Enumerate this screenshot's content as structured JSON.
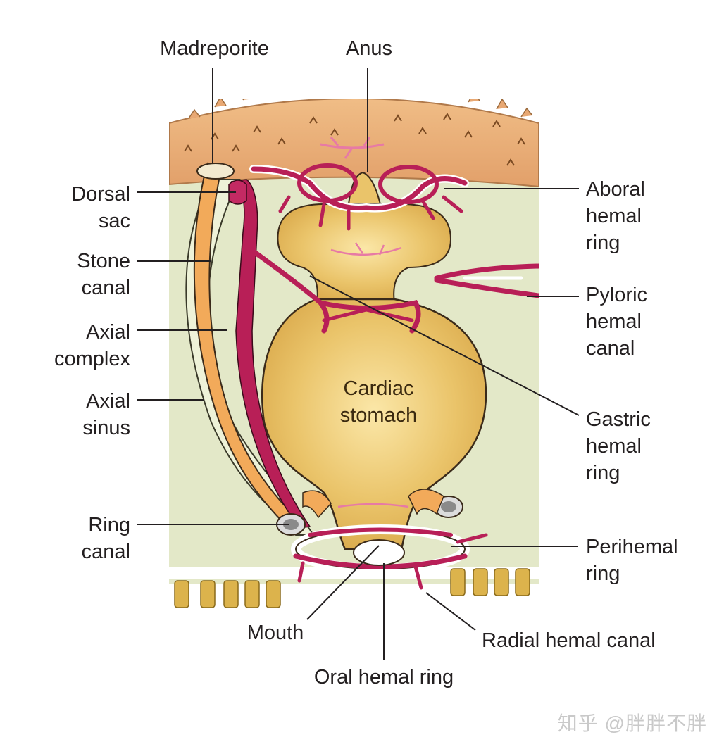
{
  "labels": {
    "madreporite": "Madreporite",
    "anus": "Anus",
    "dorsal_sac": "Dorsal\nsac",
    "stone_canal": "Stone\ncanal",
    "axial_complex": "Axial\ncomplex",
    "axial_sinus": "Axial\nsinus",
    "ring_canal": "Ring\ncanal",
    "mouth": "Mouth",
    "oral_hemal_ring": "Oral hemal ring",
    "radial_hemal_canal": "Radial hemal canal",
    "perihemal_ring": "Perihemal\nring",
    "gastric_hemal_ring": "Gastric\nhemal\nring",
    "pyloric_hemal_canal": "Pyloric\nhemal\ncanal",
    "aboral_hemal_ring": "Aboral\nhemal\nring",
    "cardiac_stomach": "Cardiac\nstomach"
  },
  "watermark": "知乎 @胖胖不胖",
  "colors": {
    "body_wall": "#eab07a",
    "coelom": "#e3e8c8",
    "stomach": "#eac56a",
    "hemal": "#b81f57",
    "canal": "#f2aa5a",
    "tube_feet": "#dcb34c",
    "leader": "#231f20"
  }
}
